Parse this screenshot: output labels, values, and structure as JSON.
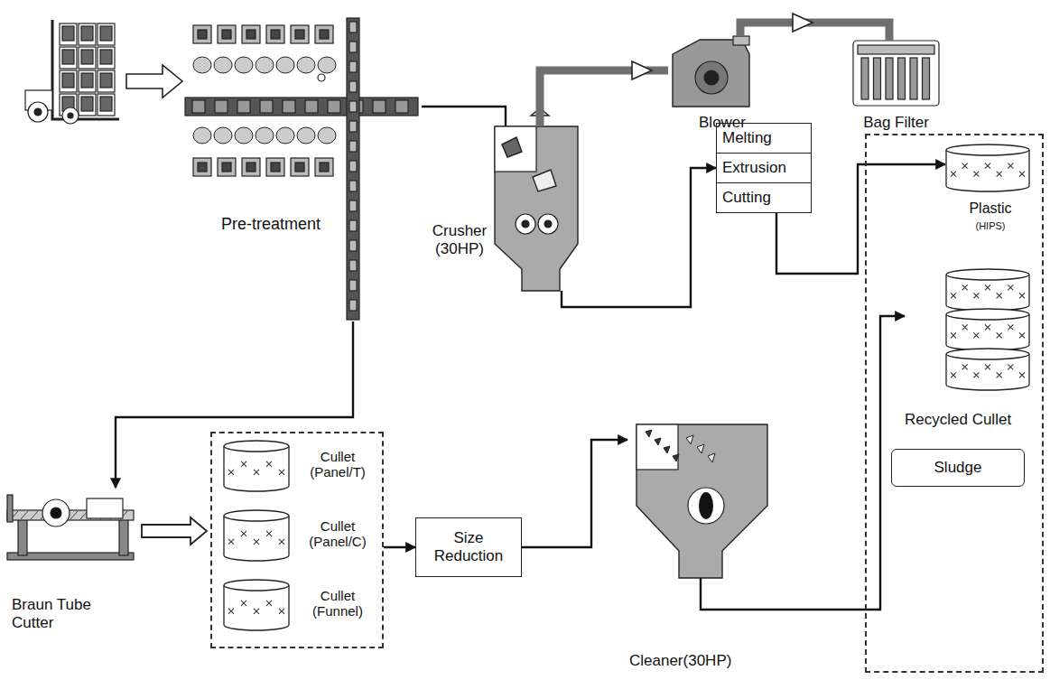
{
  "diagram": {
    "nodes": [
      {
        "text": [
          "Pre-treatment"
        ]
      },
      {
        "text": [
          "Crusher (30HP)"
        ]
      },
      {
        "text": [
          "Blower"
        ]
      },
      {
        "text": [
          "Bag Filter"
        ]
      },
      {
        "text": [
          "Melting",
          "Extrusion",
          "Cutting"
        ]
      },
      {
        "text": [
          "Braun Tube Cutter"
        ]
      },
      {
        "text": []
      },
      {
        "text": [
          "Cullet (Panel/T)"
        ],
        "in": 6
      },
      {
        "text": [
          "Cullet (Panel/C)"
        ],
        "in": 6
      },
      {
        "text": [
          "Cullet (Funnel)"
        ],
        "in": 6
      },
      {
        "text": [
          "Size Reduction"
        ]
      },
      {
        "text": [
          "Cleaner(30HP)"
        ]
      },
      {
        "text": []
      },
      {
        "text": [
          "Plastic",
          "(HIPS)"
        ],
        "in": 12
      },
      {
        "text": [
          "Recycled Cullet"
        ],
        "in": 12
      },
      {
        "text": [
          "Sludge"
        ],
        "in": 12
      }
    ],
    "edges": [
      {
        "from": 0,
        "to": 1,
        "arrow": "none"
      },
      {
        "from": 1,
        "to": 2,
        "arrow": "none"
      },
      {
        "from": 2,
        "to": 3,
        "arrow": "none"
      },
      {
        "from": 1,
        "to": 4,
        "arrow": "to"
      },
      {
        "from": 4,
        "to": 13,
        "arrow": "to"
      },
      {
        "from": 0,
        "to": 5,
        "arrow": "to"
      },
      {
        "from": 5,
        "to": 6,
        "arrow": "to"
      },
      {
        "from": 6,
        "to": 10,
        "arrow": "to"
      },
      {
        "from": 10,
        "to": 11,
        "arrow": "to"
      },
      {
        "from": 11,
        "to": 14,
        "arrow": "to"
      }
    ]
  }
}
